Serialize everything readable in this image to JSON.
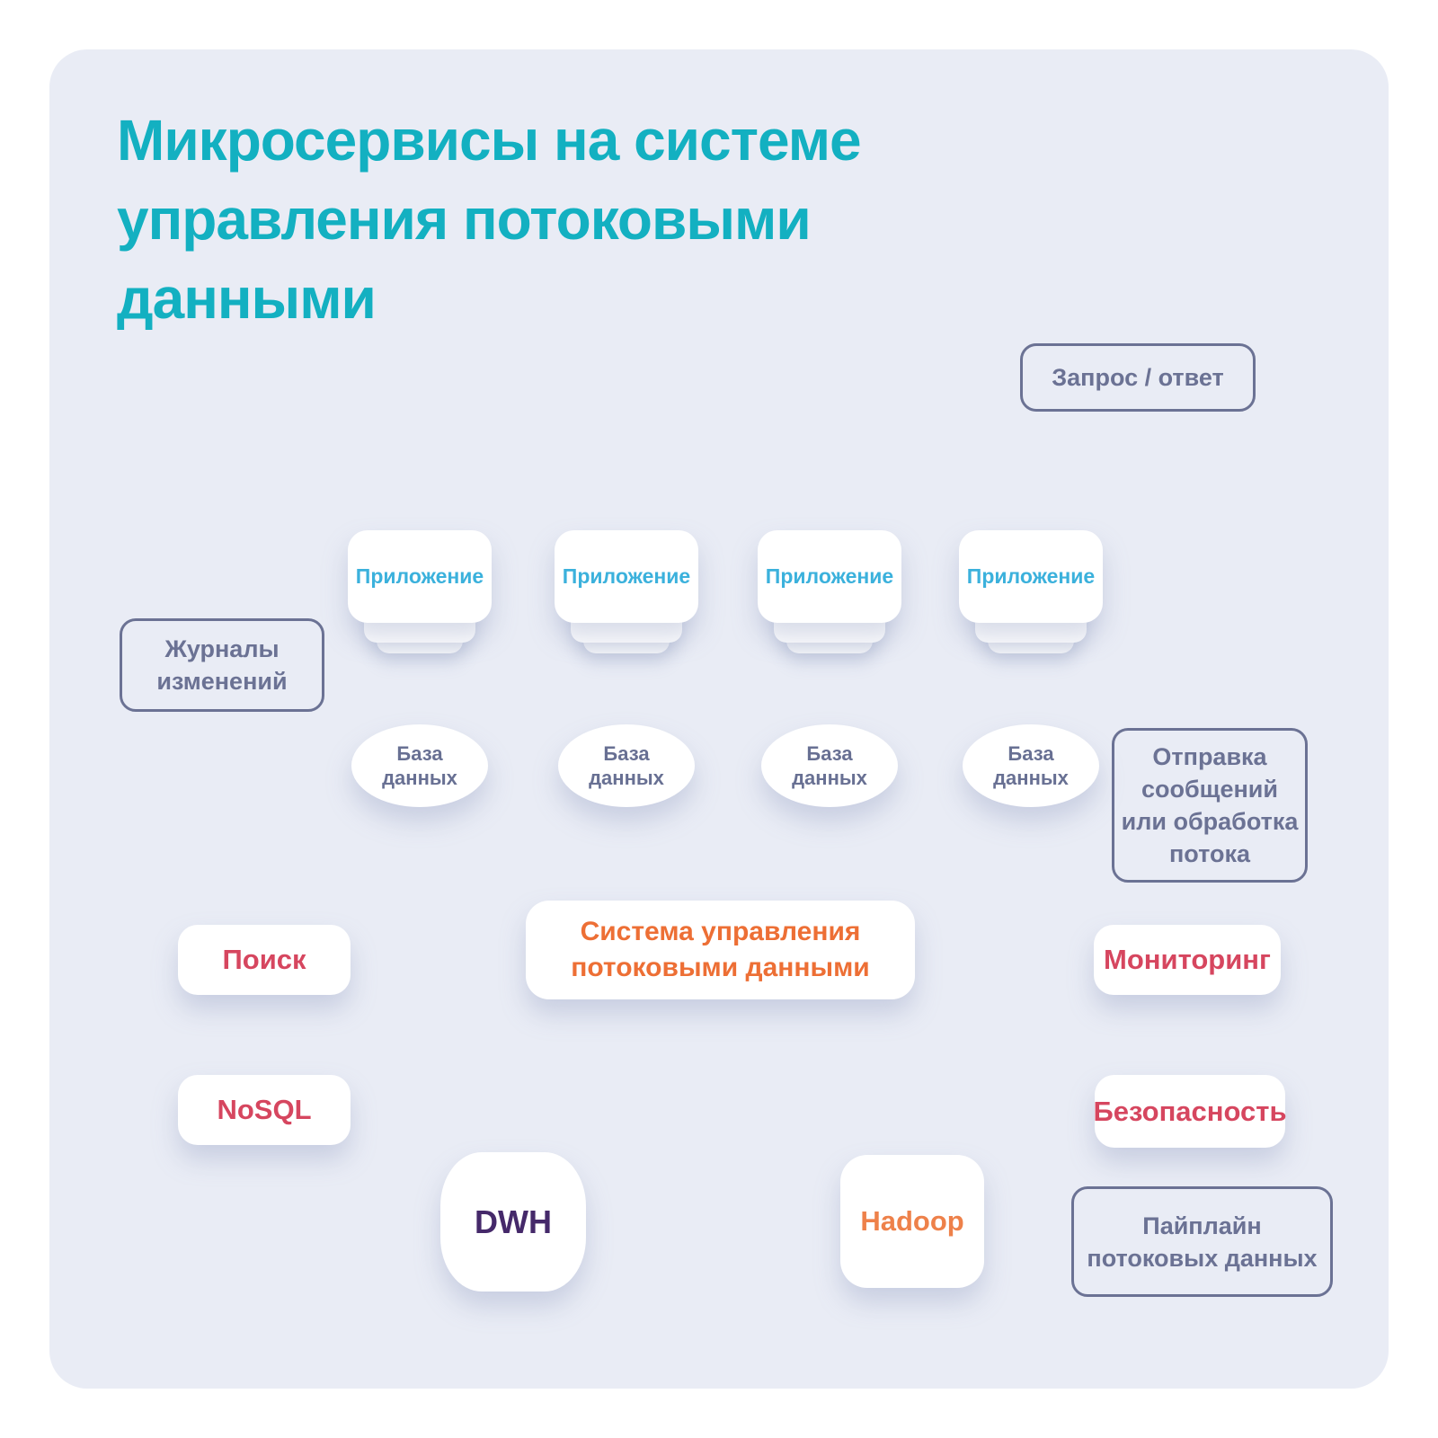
{
  "title": {
    "label": "Микросервисы на системе управления потоковыми данными",
    "lines": [
      "Микросервисы на системе",
      "управления потоковыми",
      "данными"
    ]
  },
  "nodes": {
    "applications": [
      {
        "label": "Приложение"
      },
      {
        "label": "Приложение"
      },
      {
        "label": "Приложение"
      },
      {
        "label": "Приложение"
      }
    ],
    "databases": [
      {
        "label": "База данных",
        "lines": [
          "База",
          "данных"
        ]
      },
      {
        "label": "База данных",
        "lines": [
          "База",
          "данных"
        ]
      },
      {
        "label": "База данных",
        "lines": [
          "База",
          "данных"
        ]
      },
      {
        "label": "База данных",
        "lines": [
          "База",
          "данных"
        ]
      }
    ],
    "system": {
      "label": "Система управления потоковыми данными",
      "lines": [
        "Система управления",
        "потоковыми данными"
      ]
    },
    "search": {
      "label": "Поиск"
    },
    "nosql": {
      "label": "NoSQL"
    },
    "dwh": {
      "label": "DWH"
    },
    "hadoop": {
      "label": "Hadoop"
    },
    "monitoring": {
      "label": "Мониторинг"
    },
    "security": {
      "label": "Безопасность"
    }
  },
  "annotations": {
    "request_response": {
      "label": "Запрос / ответ"
    },
    "change_logs": {
      "label": "Журналы изменений",
      "lines": [
        "Журналы",
        "изменений"
      ]
    },
    "messaging": {
      "label": "Отправка сообщений или обработка потока",
      "lines": [
        "Отправка",
        "сообщений",
        "или обработка",
        "потока"
      ]
    },
    "pipeline": {
      "label": "Пайплайн потоковых данных",
      "lines": [
        "Пайплайн",
        "потоковых данных"
      ]
    }
  },
  "icons": {
    "user": "user-silhouette-icon"
  },
  "colors": {
    "card_background": "#e9ecf5",
    "title": "#13b0c1",
    "app_label": "#3bb1dc",
    "db_label": "#687093",
    "system_label": "#ed6f35",
    "satellite_label": "#d6465f",
    "hadoop_label": "#ee814a",
    "dwh_label": "#45296a",
    "annotation": "#6b7294",
    "arrow_gray": "#c6cada",
    "arrow_dark": "#5d6384",
    "arrow_orange": "#e8692e"
  }
}
